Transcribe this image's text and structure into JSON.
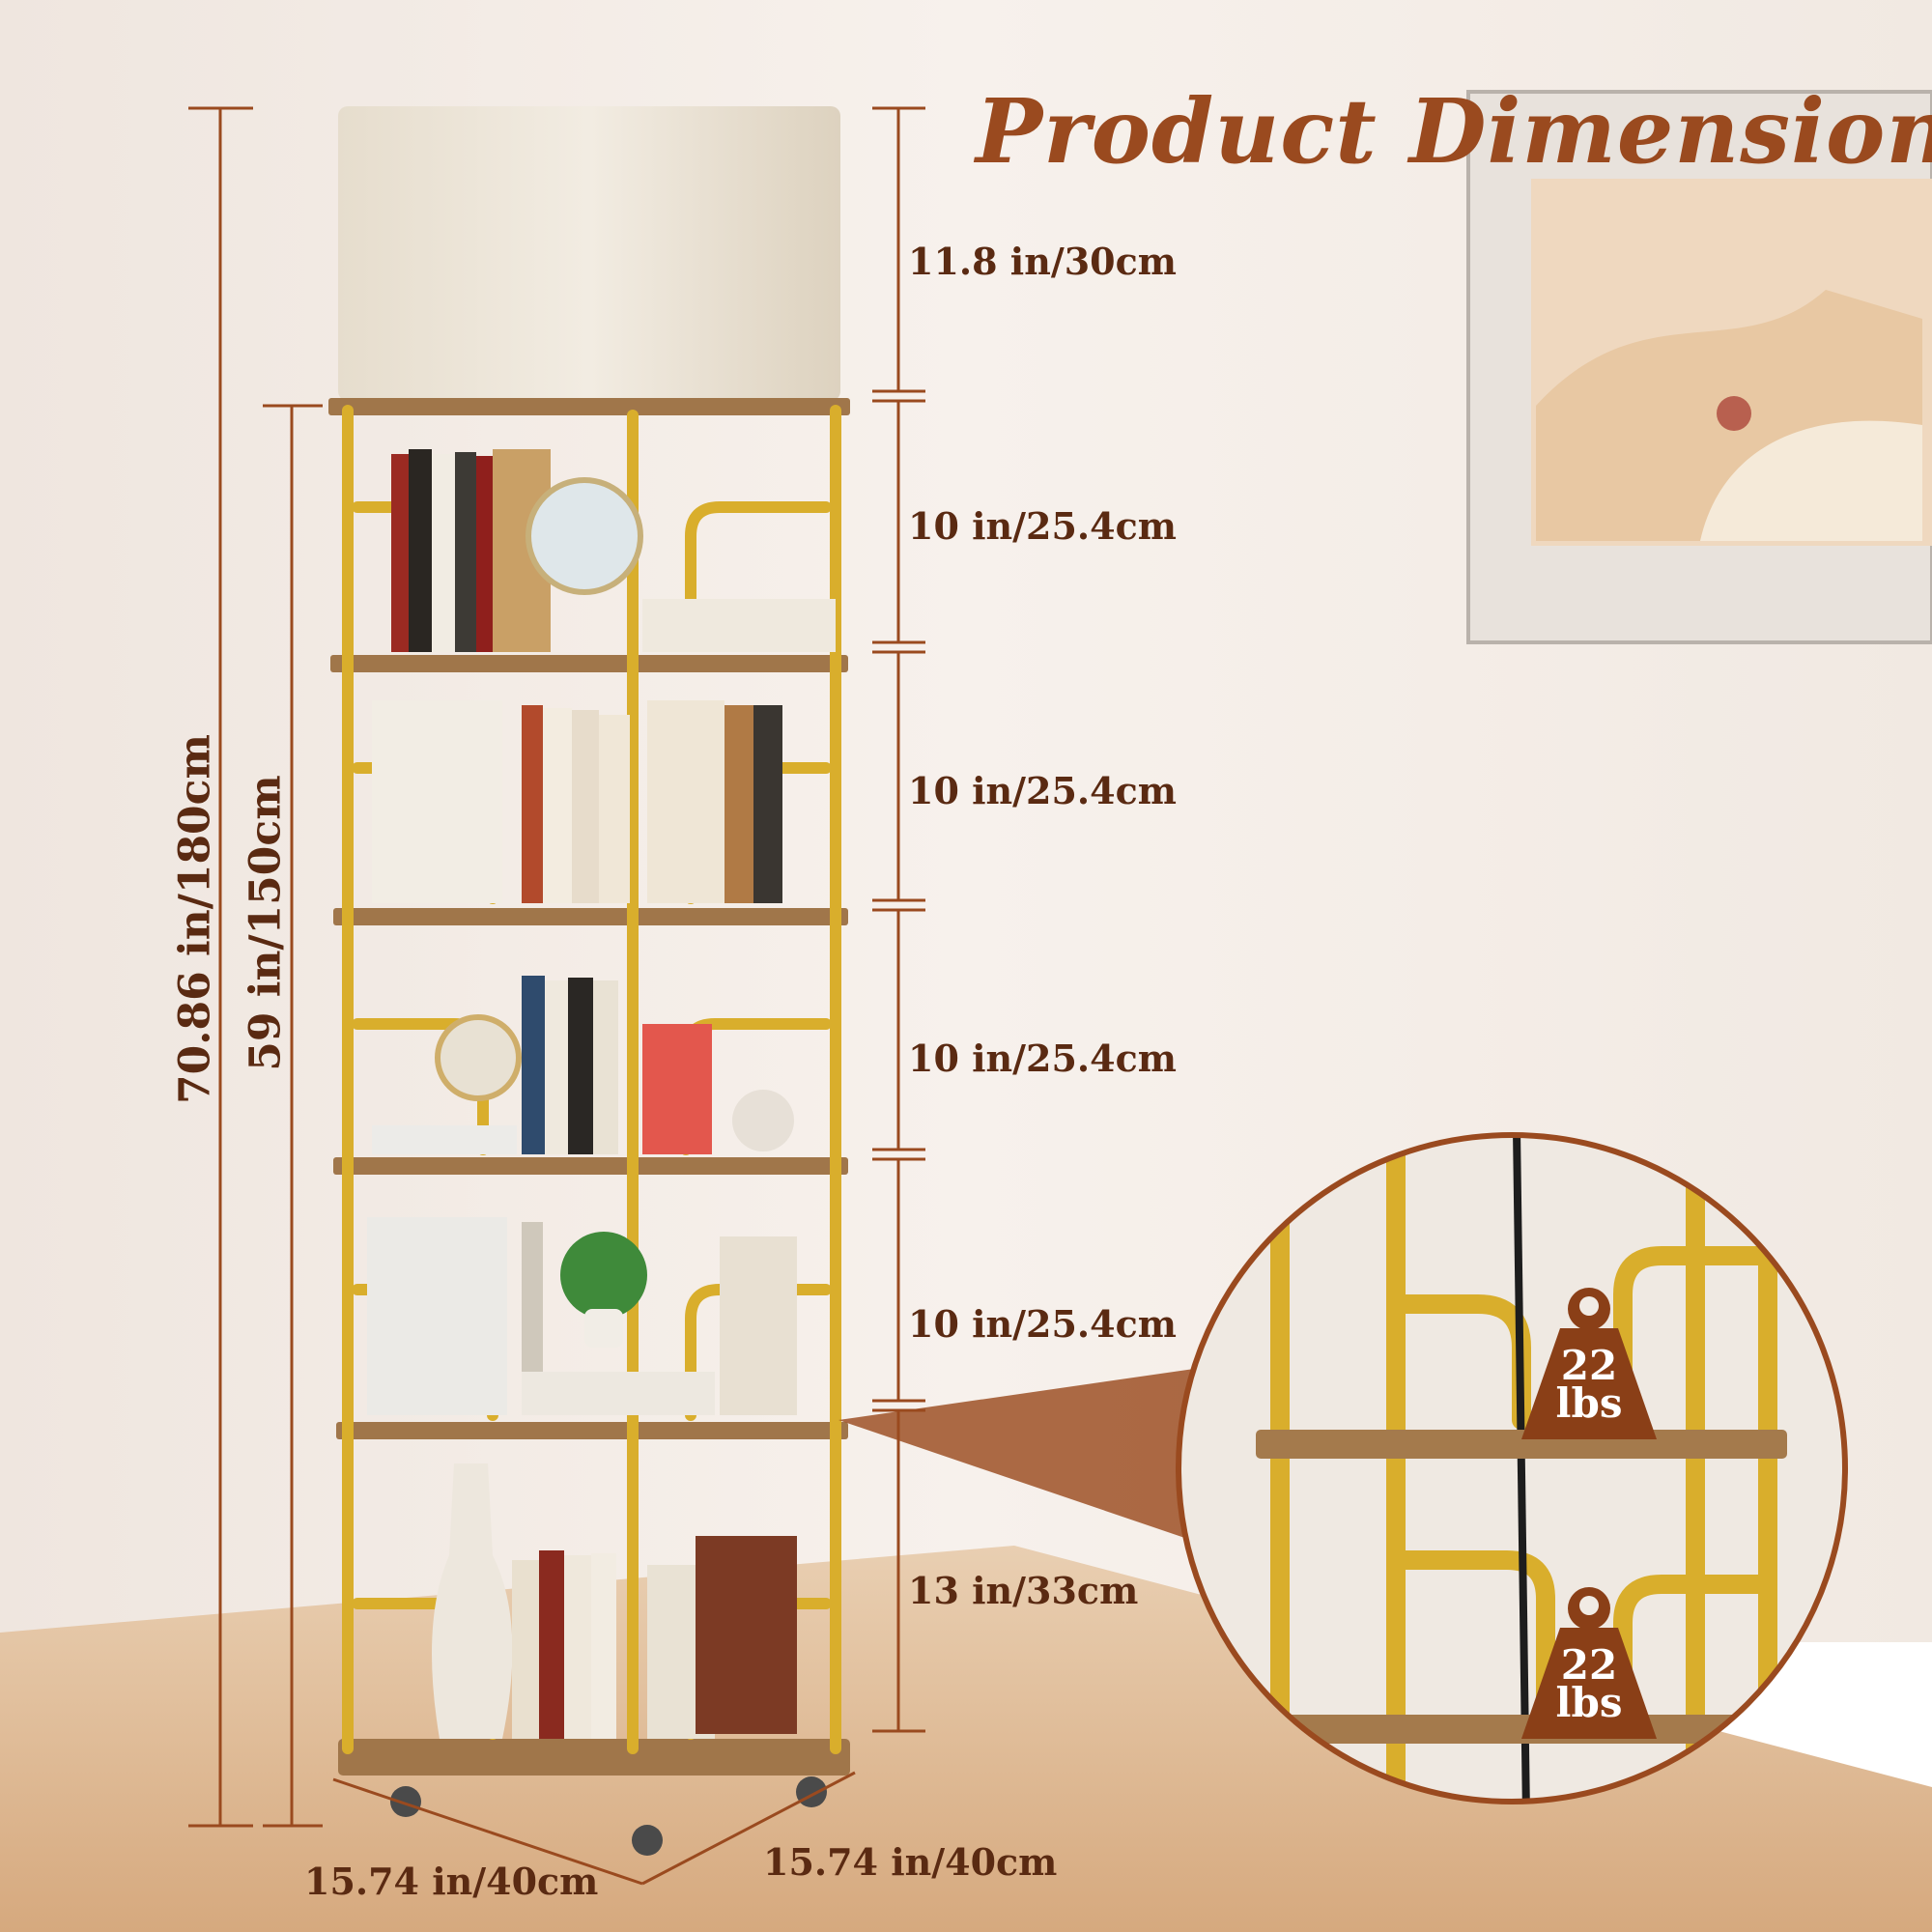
{
  "title": "Product Dimension",
  "colors": {
    "accent": "#9a4a1f",
    "text": "#5a2a12",
    "frame": "#d9ae2c",
    "wood": "#a0764a",
    "shade": "#eee6d8",
    "wall": "#f3ece6",
    "floor": "#e6c9a8",
    "badge": "#8a3f17"
  },
  "dimensions": {
    "total_height": "70.86 in/180cm",
    "shelf_height": "59 in/150cm",
    "lampshade": "11.8 in/30cm",
    "tier1": "10 in/25.4cm",
    "tier2": "10 in/25.4cm",
    "tier3": "10 in/25.4cm",
    "tier4": "10 in/25.4cm",
    "bottom_tier": "13 in/33cm",
    "width": "15.74 in/40cm",
    "depth": "15.74 in/40cm"
  },
  "load": {
    "upper": {
      "value": "22",
      "unit": "lbs"
    },
    "lower": {
      "value": "22",
      "unit": "lbs"
    }
  },
  "icons": [
    "weight-icon",
    "dimension-line",
    "lamp-shade",
    "caster-wheel"
  ]
}
